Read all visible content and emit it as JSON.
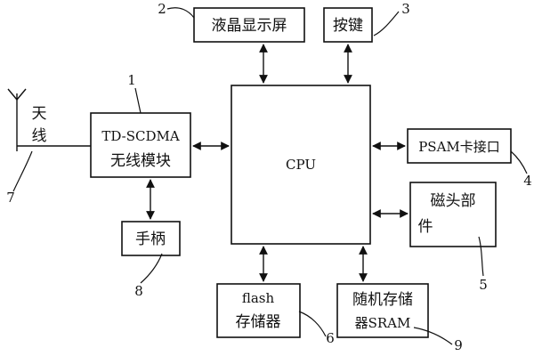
{
  "components": {
    "lcd": {
      "label": "液晶显示屏",
      "number": "2"
    },
    "keys": {
      "label": "按键",
      "number": "3"
    },
    "td_scdma": {
      "line1": "TD-SCDMA",
      "line2": "无线模块",
      "number": "1"
    },
    "cpu": {
      "label": "CPU"
    },
    "psam": {
      "label": "PSAM卡接口",
      "number": "4"
    },
    "magnetic_head": {
      "line1": "磁头部",
      "line2": "件",
      "number": "5"
    },
    "antenna": {
      "line1": "天",
      "line2": "线",
      "number": "7"
    },
    "handset": {
      "label": "手柄",
      "number": "8"
    },
    "flash": {
      "line1": "flash",
      "line2": "存储器",
      "number": "6"
    },
    "sram": {
      "line1": "随机存储",
      "line2": "器SRAM",
      "number": "9"
    }
  },
  "colors": {
    "stroke": "#111111",
    "background": "#ffffff"
  }
}
